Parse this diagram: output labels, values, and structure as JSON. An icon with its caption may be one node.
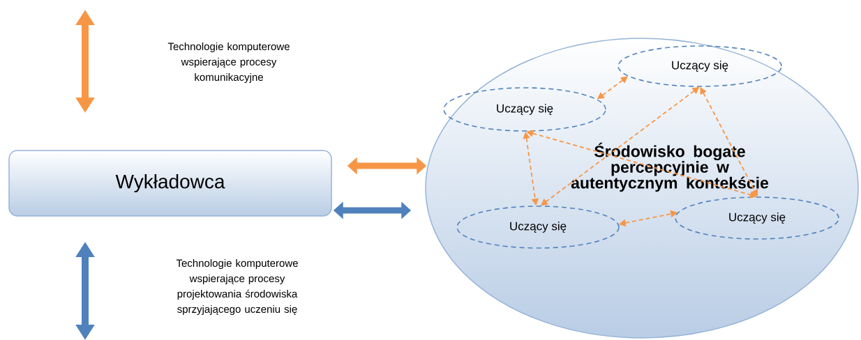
{
  "diagram": {
    "nodes": [
      {
        "text": [
          "Wykładowca"
        ]
      },
      {
        "text": [
          "Środowisko bogate percepcyjnie w autentycznym kontekście"
        ]
      },
      {
        "text": [
          "Uczący się"
        ],
        "in": 1
      },
      {
        "text": [
          "Uczący się"
        ],
        "in": 1
      },
      {
        "text": [
          "Uczący się"
        ],
        "in": 1
      },
      {
        "text": [
          "Uczący się"
        ],
        "in": 1
      }
    ],
    "edges": [
      {
        "from": 0,
        "to": 1,
        "arrow": "both",
        "style": "thick"
      },
      {
        "from": 0,
        "to": 1,
        "arrow": "both",
        "style": "thick",
        "color": "#4f81bd"
      },
      {
        "from": 3,
        "to": 2,
        "arrow": "both",
        "style": "dashed"
      },
      {
        "from": 3,
        "to": 4,
        "arrow": "both",
        "style": "dashed"
      },
      {
        "from": 3,
        "to": 5,
        "arrow": "both",
        "style": "dashed"
      },
      {
        "from": 2,
        "to": 4,
        "arrow": "both",
        "style": "dashed"
      },
      {
        "from": 2,
        "to": 5,
        "arrow": "both",
        "style": "dashed"
      },
      {
        "from": 4,
        "to": 5,
        "arrow": "both",
        "style": "dashed"
      }
    ],
    "labels": [
      "Technologie komputerowe wspierające procesy komunikacyjne",
      "Technologie komputerowe wspierające procesy projektowania środowiska sprzyjającego uczeniu się"
    ]
  }
}
